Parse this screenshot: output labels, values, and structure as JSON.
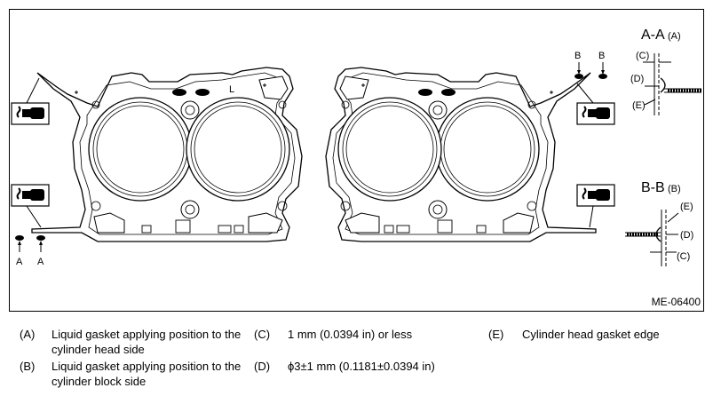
{
  "diagram": {
    "figure_id": "ME-06400",
    "callouts": {
      "a": "A",
      "b": "B",
      "l_mark": "L"
    },
    "section_aa": {
      "title": "A-A",
      "ref": "(A)",
      "c": "(C)",
      "d": "(D)",
      "e": "(E)"
    },
    "section_bb": {
      "title": "B-B",
      "ref": "(B)",
      "c": "(C)",
      "d": "(D)",
      "e": "(E)"
    }
  },
  "legend": [
    {
      "key": "(A)",
      "text": "Liquid gasket applying position to the cylinder head side"
    },
    {
      "key": "(B)",
      "text": "Liquid gasket applying position to the cylinder block side"
    },
    {
      "key": "(C)",
      "text": "1 mm (0.0394 in) or less"
    },
    {
      "key": "(D)",
      "text": "ϕ3±1 mm (0.1181±0.0394 in)"
    },
    {
      "key": "(E)",
      "text": "Cylinder head gasket edge"
    }
  ]
}
